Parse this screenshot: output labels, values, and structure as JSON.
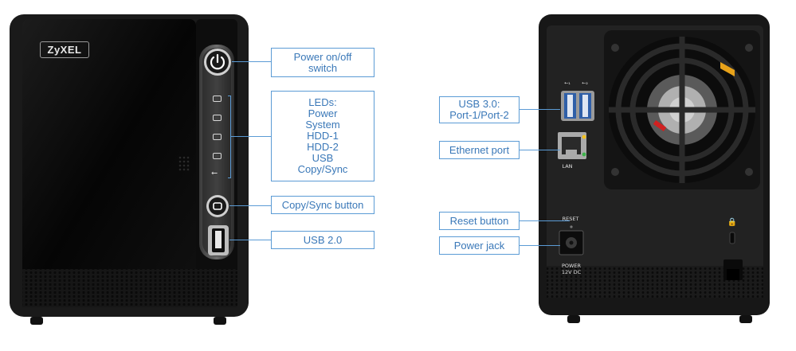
{
  "front": {
    "brand": "ZyXEL",
    "callouts": {
      "power": [
        "Power on/off",
        "switch"
      ],
      "leds": [
        "LEDs:",
        "Power",
        "System",
        "HDD-1",
        "HDD-2",
        "USB",
        "Copy/Sync"
      ],
      "copy_sync": "Copy/Sync button",
      "usb2": "USB 2.0"
    }
  },
  "back": {
    "callouts": {
      "usb3": [
        "USB 3.0:",
        "Port-1/Port-2"
      ],
      "ethernet": "Ethernet port",
      "reset": "Reset button",
      "power_jack": "Power jack"
    },
    "labels": {
      "lan": "LAN",
      "reset": "RESET",
      "power": "POWER",
      "power_rating": "12V DC"
    }
  },
  "colors": {
    "callout_border": "#5b9bd5",
    "callout_text": "#3a78b8",
    "device_body": "#1a1a1a"
  }
}
